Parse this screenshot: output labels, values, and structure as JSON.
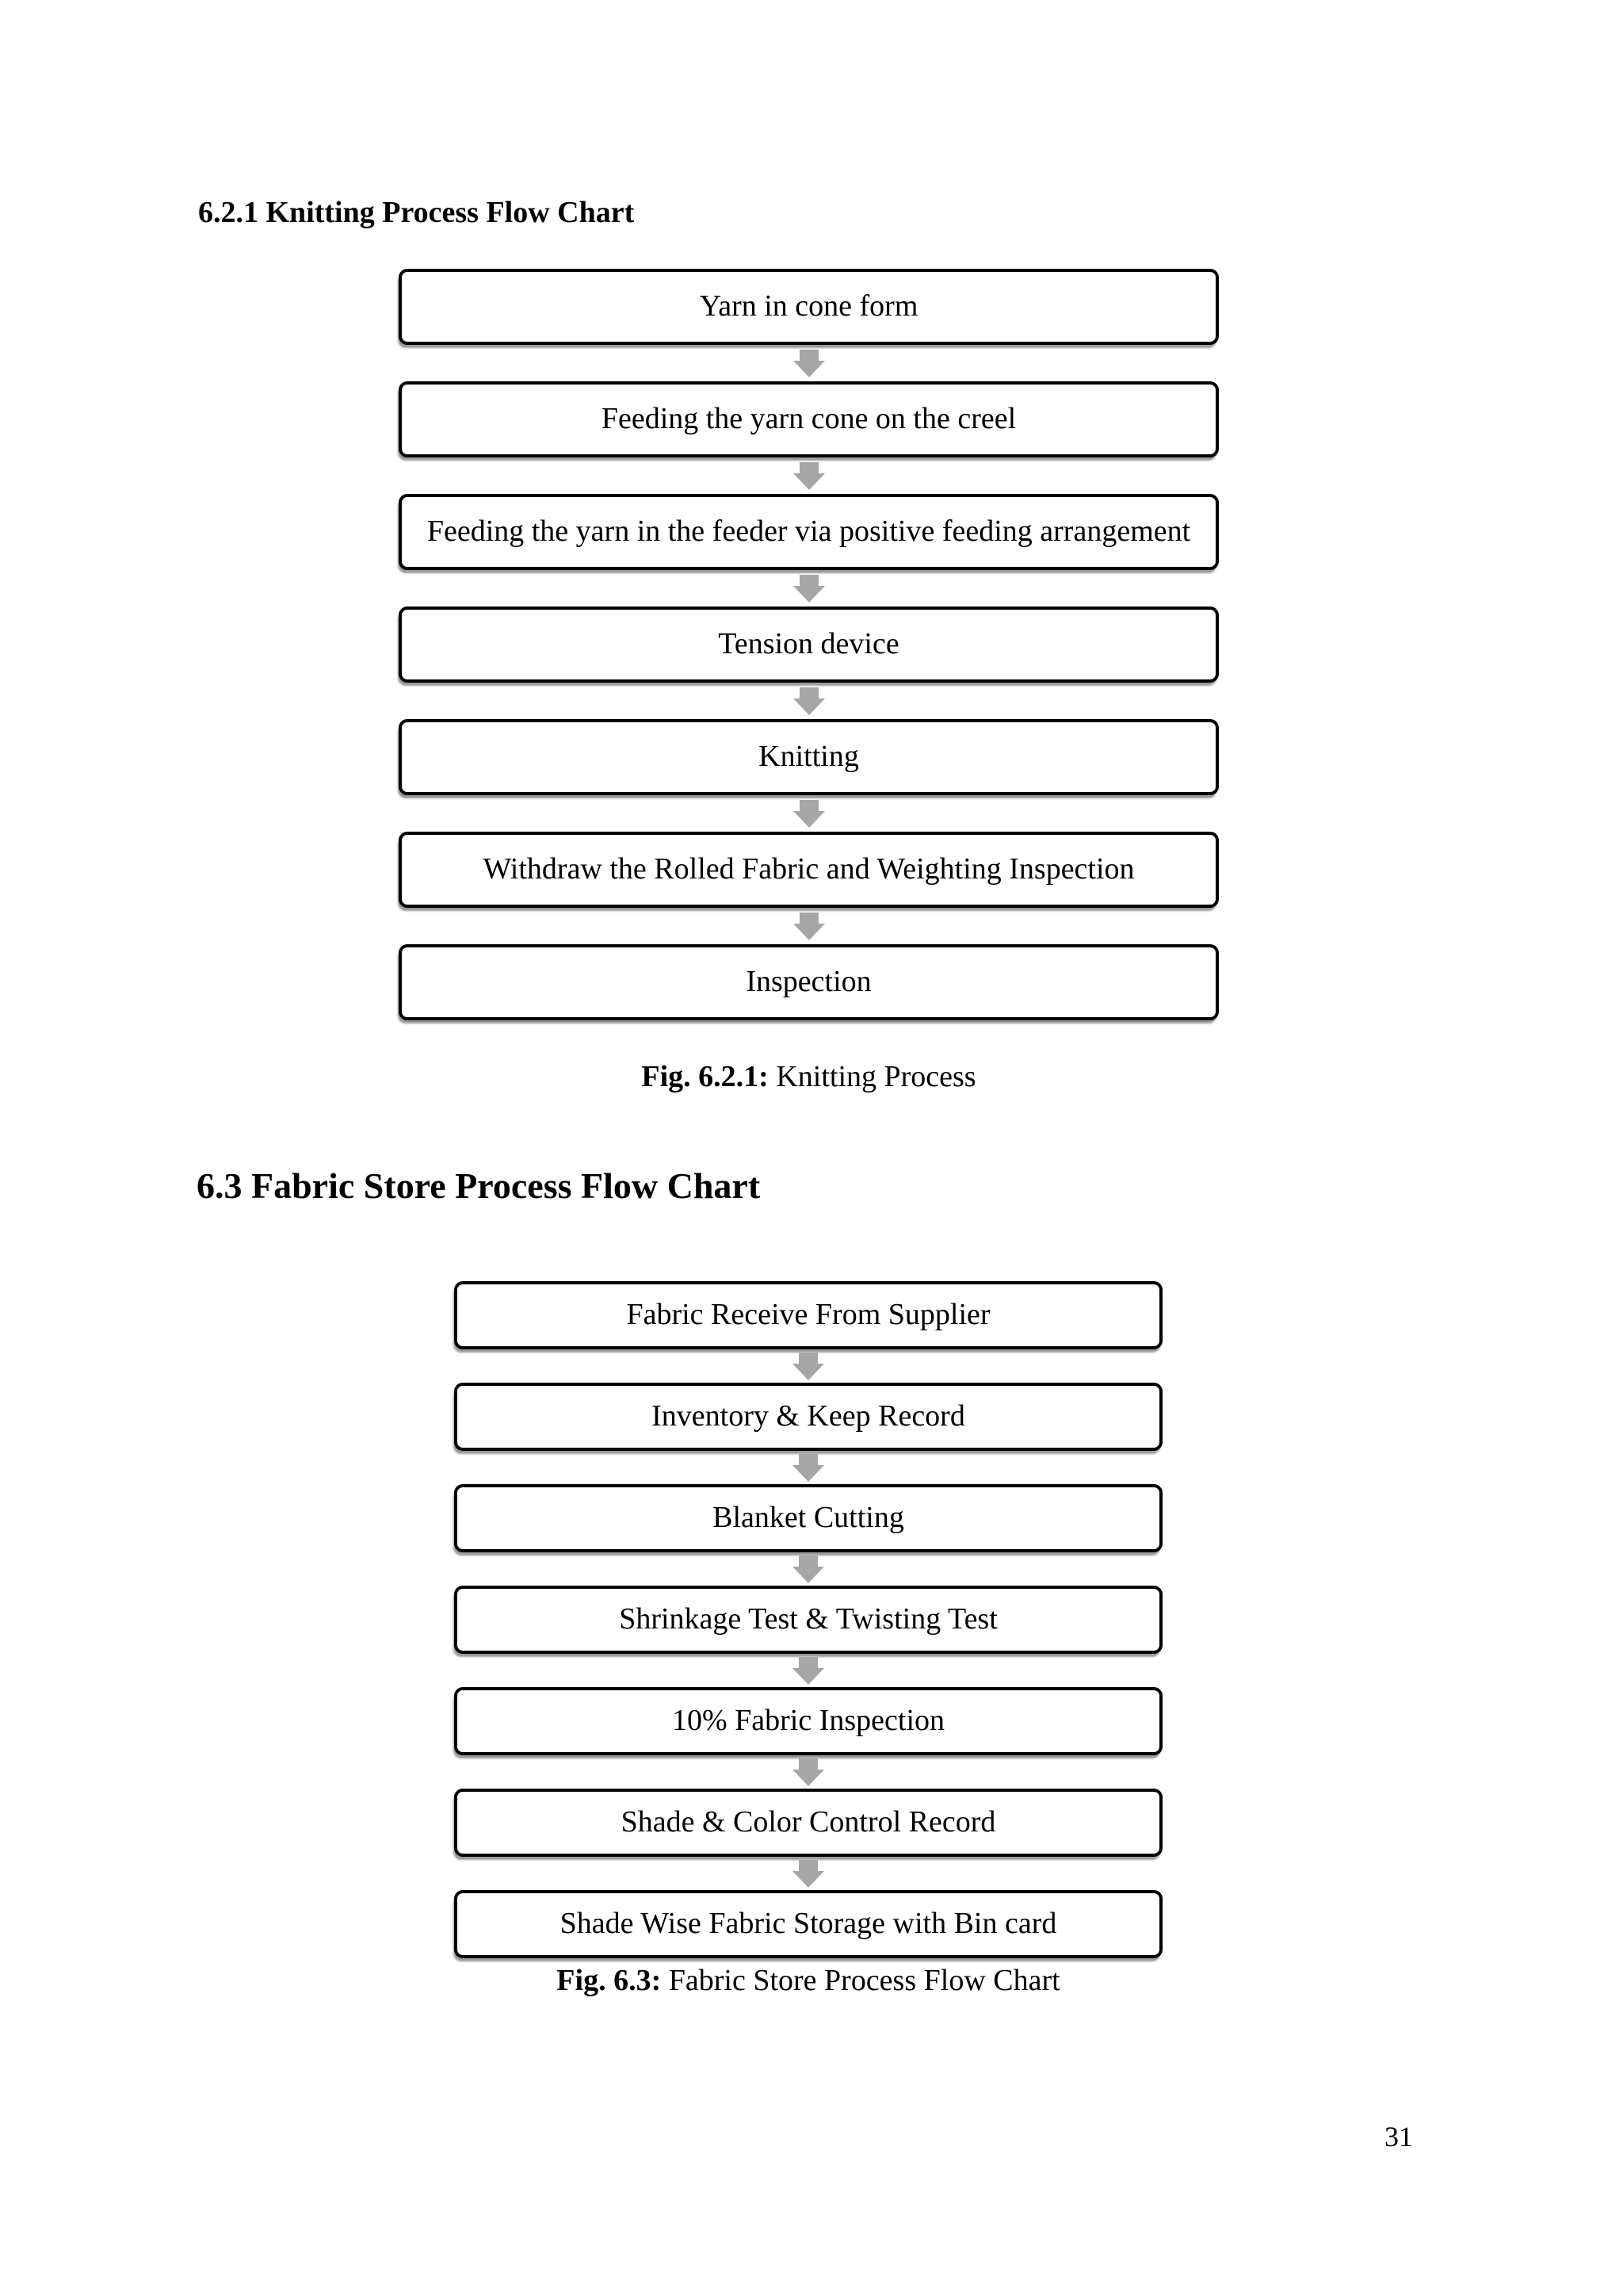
{
  "page": {
    "number": "31"
  },
  "colors": {
    "background": "#ffffff",
    "border": "#000000",
    "arrow": "#a6a6a6"
  },
  "section1": {
    "heading": "6.2.1 Knitting Process Flow Chart",
    "steps": [
      "Yarn in cone form",
      "Feeding the yarn cone on the creel",
      "Feeding the yarn in the feeder via positive feeding arrangement",
      "Tension device",
      "Knitting",
      "Withdraw the Rolled Fabric and Weighting Inspection",
      "Inspection"
    ],
    "caption_bold": "Fig. 6.2.1:",
    "caption_text": " Knitting Process"
  },
  "section2": {
    "heading": "6.3 Fabric Store Process Flow Chart",
    "steps": [
      "Fabric Receive From Supplier",
      "Inventory & Keep Record",
      "Blanket Cutting",
      "Shrinkage Test & Twisting Test",
      "10% Fabric Inspection",
      "Shade & Color Control Record",
      "Shade Wise Fabric Storage with Bin card"
    ],
    "caption_bold": "Fig. 6.3:",
    "caption_text": " Fabric Store Process Flow Chart"
  }
}
